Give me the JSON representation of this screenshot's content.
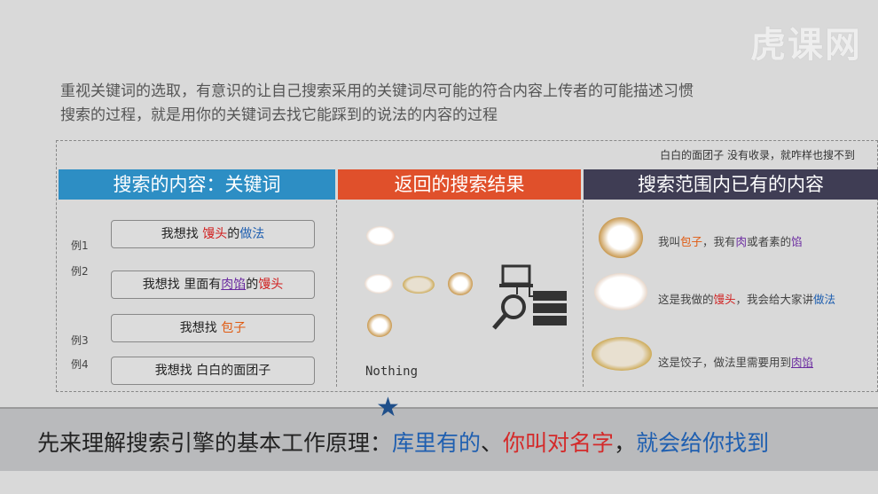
{
  "logo": "虎课网",
  "intro": [
    "重视关键词的选取，有意识的让自己搜索采用的关键词尽可能的符合内容上传者的可能描述习惯",
    "搜索的过程，就是用你的关键词去找它能踩到的说法的内容的过程"
  ],
  "note": "白白的面团子  没有收录，就咋样也搜不到",
  "headers": [
    {
      "label": "搜索的内容：关键词",
      "color": "#2d8ec4"
    },
    {
      "label": "返回的搜索结果",
      "color": "#e0502b"
    },
    {
      "label": "搜索范围内已有的内容",
      "color": "#3f3d54"
    }
  ],
  "examples": [
    {
      "label": "例1",
      "segs": [
        {
          "t": "我想找  ",
          "c": "#222"
        },
        {
          "t": "馒头",
          "c": "#d01c1c"
        },
        {
          "t": "的",
          "c": "#222"
        },
        {
          "t": "做法",
          "c": "#1f5fb0"
        }
      ]
    },
    {
      "label": "例2",
      "segs": [
        {
          "t": "我想找  里面有",
          "c": "#222"
        },
        {
          "t": "肉馅",
          "c": "#6a2aa0",
          "u": true
        },
        {
          "t": "的",
          "c": "#222"
        },
        {
          "t": "馒头",
          "c": "#d01c1c"
        }
      ]
    },
    {
      "label": "例3",
      "segs": [
        {
          "t": "我想找  ",
          "c": "#222"
        },
        {
          "t": "包子",
          "c": "#e05a10"
        }
      ]
    },
    {
      "label": "例4",
      "segs": [
        {
          "t": "我想找  白白的面团子",
          "c": "#222"
        }
      ]
    }
  ],
  "results_nothing": "Nothing",
  "icons": {
    "search": "magnifier-icon",
    "server": "server-icon",
    "computer": "computer-icon",
    "star": "star-icon"
  },
  "contents": [
    {
      "segs": [
        {
          "t": "我叫",
          "c": "#444"
        },
        {
          "t": "包子",
          "c": "#e05a10"
        },
        {
          "t": "，我有",
          "c": "#444"
        },
        {
          "t": "肉",
          "c": "#6a2aa0"
        },
        {
          "t": "或者素的",
          "c": "#444"
        },
        {
          "t": "馅",
          "c": "#6a2aa0"
        }
      ]
    },
    {
      "segs": [
        {
          "t": "这是我做的",
          "c": "#444"
        },
        {
          "t": "馒头",
          "c": "#d01c1c"
        },
        {
          "t": "，我会给大家讲",
          "c": "#444"
        },
        {
          "t": "做法",
          "c": "#1f5fb0"
        }
      ]
    },
    {
      "segs": [
        {
          "t": "这是饺子，做法里需要用到",
          "c": "#444"
        },
        {
          "t": "肉馅",
          "c": "#6a2aa0",
          "u": true
        }
      ]
    }
  ],
  "bottom": [
    {
      "t": "先来理解搜索引擎的基本工作原理：",
      "c": "#222"
    },
    {
      "t": "库里有的",
      "c": "#1f5fb0"
    },
    {
      "t": "、",
      "c": "#222"
    },
    {
      "t": "你叫对名字",
      "c": "#d42a2a"
    },
    {
      "t": "，",
      "c": "#222"
    },
    {
      "t": "就会给你找到",
      "c": "#1f5fb0"
    }
  ]
}
